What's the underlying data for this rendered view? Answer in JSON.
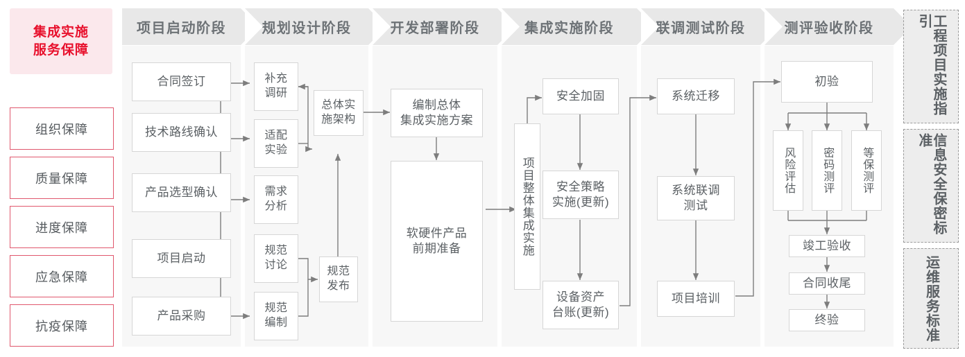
{
  "sidebar": {
    "title": "集成实施\n服务保障",
    "title_line1": "集成实施",
    "title_line2": "服务保障",
    "items": [
      {
        "label": "组织保障"
      },
      {
        "label": "质量保障"
      },
      {
        "label": "进度保障"
      },
      {
        "label": "应急保障"
      },
      {
        "label": "抗疫保障"
      }
    ]
  },
  "phases": [
    {
      "id": "startup",
      "header": "项目启动阶段"
    },
    {
      "id": "planning",
      "header": "规划设计阶段"
    },
    {
      "id": "deploy",
      "header": "开发部署阶段"
    },
    {
      "id": "integrate",
      "header": "集成实施阶段"
    },
    {
      "id": "jointtest",
      "header": "联调测试阶段"
    },
    {
      "id": "acceptance",
      "header": "测评验收阶段"
    }
  ],
  "nodes": {
    "startup": [
      {
        "label": "合同签订"
      },
      {
        "label": "技术路线确认"
      },
      {
        "label": "产品选型确认"
      },
      {
        "label": "项目启动"
      },
      {
        "label": "产品采购"
      }
    ],
    "planning": [
      {
        "label": "补充\n调研",
        "l1": "补充",
        "l2": "调研"
      },
      {
        "label": "适配\n实验",
        "l1": "适配",
        "l2": "实验"
      },
      {
        "label": "需求\n分析",
        "l1": "需求",
        "l2": "分析"
      },
      {
        "label": "规范\n讨论",
        "l1": "规范",
        "l2": "讨论"
      },
      {
        "label": "规范\n编制",
        "l1": "规范",
        "l2": "编制"
      },
      {
        "label": "总体实\n施架构",
        "l1": "总体实",
        "l2": "施架构"
      },
      {
        "label": "规范\n发布",
        "l1": "规范",
        "l2": "发布"
      }
    ],
    "deploy": [
      {
        "label": "编制总体\n集成实施方案",
        "l1": "编制总体",
        "l2": "集成实施方案"
      },
      {
        "label": "软硬件产品\n前期准备",
        "l1": "软硬件产品",
        "l2": "前期准备"
      }
    ],
    "integrate": [
      {
        "label": "项目整体集成实施"
      },
      {
        "label": "安全加固"
      },
      {
        "label": "安全策略\n实施(更新)",
        "l1": "安全策略",
        "l2": "实施(更新)"
      },
      {
        "label": "设备资产\n台账(更新)",
        "l1": "设备资产",
        "l2": "台账(更新)"
      }
    ],
    "jointtest": [
      {
        "label": "系统迁移"
      },
      {
        "label": "系统联调\n测试",
        "l1": "系统联调",
        "l2": "测试"
      },
      {
        "label": "项目培训"
      }
    ],
    "acceptance": [
      {
        "label": "初验"
      },
      {
        "label": "风险评估"
      },
      {
        "label": "密码测评"
      },
      {
        "label": "等保测评"
      },
      {
        "label": "竣工验收"
      },
      {
        "label": "合同收尾"
      },
      {
        "label": "终验"
      }
    ]
  },
  "standards": [
    {
      "label": "工程项目实施指引"
    },
    {
      "label": "信息安全保密标准"
    },
    {
      "label": "运维服务标准"
    }
  ],
  "colors": {
    "accent_red": "#e8112d",
    "sidebar_title_bg": "#fbe8ec",
    "sidebar_item_border": "#e0576d",
    "header_band": "#e8e8e8",
    "column_body": "#f7f7f7",
    "node_border": "#d6d6d6",
    "text": "#5b6064",
    "connector": "#7d7d7d"
  }
}
